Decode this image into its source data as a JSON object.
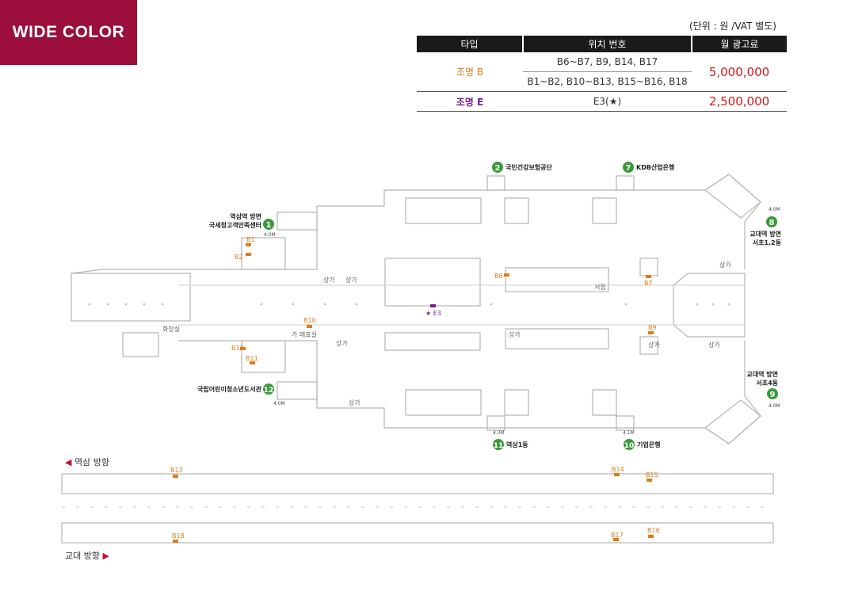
{
  "brand": {
    "title": "WIDE COLOR"
  },
  "pricing": {
    "unit_note": "(단위 : 원 /VAT 별도)",
    "headers": [
      "타입",
      "위치 번호",
      "월 광고료"
    ],
    "rows": [
      {
        "type": "조명 B",
        "locations": [
          "B6~B7, B9, B14, B17",
          "B1~B2, B10~B13, B15~B16, B18"
        ],
        "price": "5,000,000"
      },
      {
        "type": "조명 E",
        "locations": [
          "E3(★)"
        ],
        "price": "2,500,000"
      }
    ]
  },
  "map": {
    "exits": [
      {
        "num": "1",
        "label1": "역삼역 방면",
        "label2": "국세청고객안족센터",
        "height": "4.0M"
      },
      {
        "num": "2",
        "label1": "국민건강보험공단"
      },
      {
        "num": "7",
        "label1": "KDB산업은행"
      },
      {
        "num": "8",
        "label1": "교대역 방면",
        "label2": "서초1,2동",
        "height": "4.0M"
      },
      {
        "num": "9",
        "label1": "교대역 방면",
        "label2": "서초4동",
        "height": "4.0M"
      },
      {
        "num": "10",
        "label1": "기업은행",
        "height": "4.1M"
      },
      {
        "num": "11",
        "label1": "역삼1동",
        "height": "4.3M"
      },
      {
        "num": "12",
        "label1": "국립어린이청소년도서관",
        "height": "4.0M"
      }
    ],
    "ad_markers": {
      "B1": "B1",
      "B2": "B2",
      "B6": "B6",
      "B7": "B7",
      "B9": "B9",
      "B10": "B10",
      "B11": "B11",
      "B12": "B12",
      "B13": "B13",
      "B14": "B14",
      "B15": "B15",
      "B16": "B16",
      "B17": "B17",
      "B18": "B18",
      "E3": "★ E3"
    },
    "rooms": {
      "shop": "상가",
      "restroom": "화장실",
      "ticket": "가 매표실",
      "office": "서점"
    },
    "directions": {
      "up": "역삼 방향",
      "down": "교대 방향"
    },
    "colors": {
      "marker": "#e07b17",
      "exit": "#3a9a3a",
      "e_marker": "#7a1f8c",
      "brand": "#9b0d3a"
    }
  }
}
